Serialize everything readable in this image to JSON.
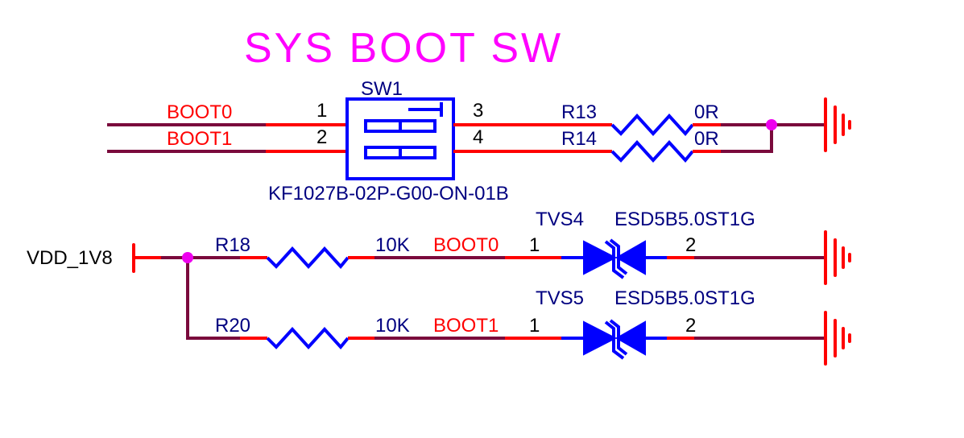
{
  "title": "SYS BOOT SW",
  "switch": {
    "designator": "SW1",
    "part": "KF1027B-02P-G00-ON-01B",
    "pins": [
      "1",
      "2",
      "3",
      "4"
    ]
  },
  "nets": {
    "boot0": "BOOT0",
    "boot1": "BOOT1",
    "power": "VDD_1V8"
  },
  "resistors": [
    {
      "designator": "R13",
      "value": "0R"
    },
    {
      "designator": "R14",
      "value": "0R"
    },
    {
      "designator": "R18",
      "value": "10K"
    },
    {
      "designator": "R20",
      "value": "10K"
    }
  ],
  "tvs": [
    {
      "designator": "TVS4",
      "part": "ESD5B5.0ST1G",
      "pin1": "1",
      "pin2": "2"
    },
    {
      "designator": "TVS5",
      "part": "ESD5B5.0ST1G",
      "pin1": "1",
      "pin2": "2"
    }
  ],
  "colors": {
    "wire": "#7a0a3c",
    "pin": "#ff0000",
    "body": "#0000ff",
    "title": "#ff00ff",
    "designator": "#000080"
  }
}
